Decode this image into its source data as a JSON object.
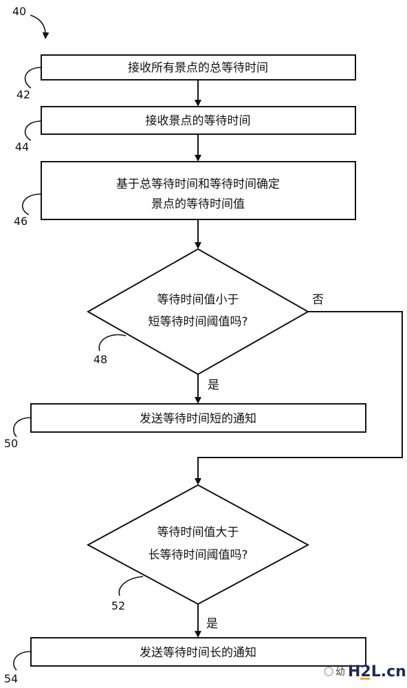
{
  "figure": {
    "ref": "40",
    "steps": [
      {
        "ref": "42",
        "lines": [
          "接收所有景点的总等待时间"
        ]
      },
      {
        "ref": "44",
        "lines": [
          "接收景点的等待时间"
        ]
      },
      {
        "ref": "46",
        "lines": [
          "基于总等待时间和等待时间确定",
          "景点的等待时间值"
        ]
      },
      {
        "ref": "48",
        "lines": [
          "等待时间值小于",
          "短等待时间阈值吗?"
        ]
      },
      {
        "ref": "50",
        "lines": [
          "发送等待时间短的通知"
        ]
      },
      {
        "ref": "52",
        "lines": [
          "等待时间值大于",
          "长等待时间阈值吗?"
        ]
      },
      {
        "ref": "54",
        "lines": [
          "发送等待时间长的通知"
        ]
      }
    ],
    "branch_labels": {
      "yes_1": "是",
      "no_1": "否",
      "yes_2": "是"
    }
  },
  "watermark": {
    "brand": "H2L.cn",
    "prefix": "幼"
  }
}
